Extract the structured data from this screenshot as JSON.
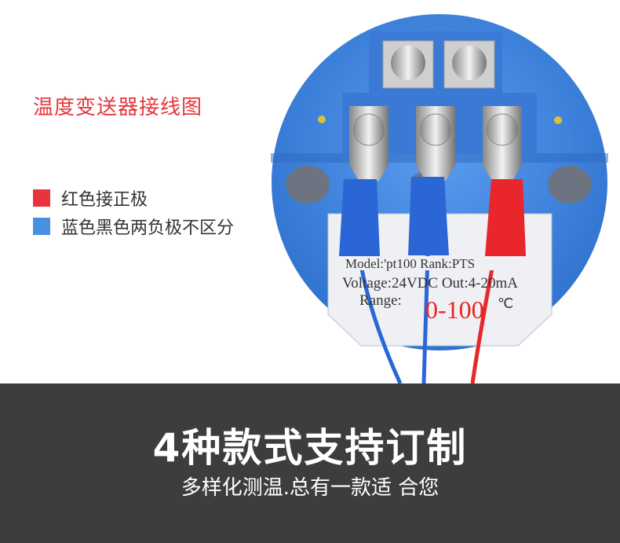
{
  "title": "温度变送器接线图",
  "legend": [
    {
      "label": "红色接正极",
      "color": "#e8343c"
    },
    {
      "label": "蓝色黑色两负极不区分",
      "color": "#4a90e2"
    }
  ],
  "device_label": {
    "line1": "Model:'pt100 Rank:PTS",
    "line2": "Voltage:24VDC Out:4-20mA",
    "range_label": "Range:",
    "range_value": "0-100",
    "unit": "℃"
  },
  "banner": {
    "title": "4种款式支持订制",
    "subtitle": "多样化测温.总有一款适 合您"
  },
  "colors": {
    "device_blue": "#3f86e0",
    "wire_red": "#e8262b",
    "wire_blue": "#2a66d6",
    "band": "#3d3d3d"
  }
}
